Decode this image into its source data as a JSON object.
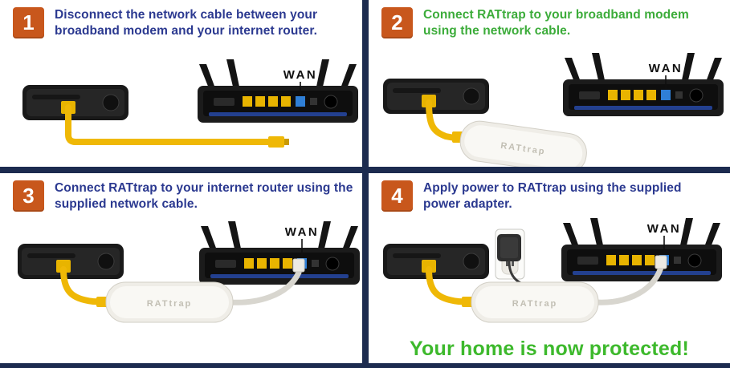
{
  "colors": {
    "divider_navy": "#1C2B4F",
    "step_badge_orange": "#C8571C",
    "step_text_blue": "#2B3990",
    "step_text_green": "#3CAC3A",
    "footer_green": "#3DB92C",
    "cable_yellow": "#EFB806",
    "cable_gray": "#D8D6CF"
  },
  "wan_label": "WAN",
  "device_label": "RATtrap",
  "steps": [
    {
      "number": "1",
      "text": "Disconnect the network cable between your broadband modem and your internet router.",
      "color": "#2B3990"
    },
    {
      "number": "2",
      "text": "Connect RATtrap to your broadband modem using the network cable.",
      "color": "#3CAC3A"
    },
    {
      "number": "3",
      "text": "Connect RATtrap to your internet router using the supplied network cable.",
      "color": "#2B3990"
    },
    {
      "number": "4",
      "text": "Apply power to RATtrap using the supplied power adapter.",
      "color": "#2B3990"
    }
  ],
  "footer": {
    "text": "Your home is now protected!",
    "color": "#3DB92C"
  }
}
